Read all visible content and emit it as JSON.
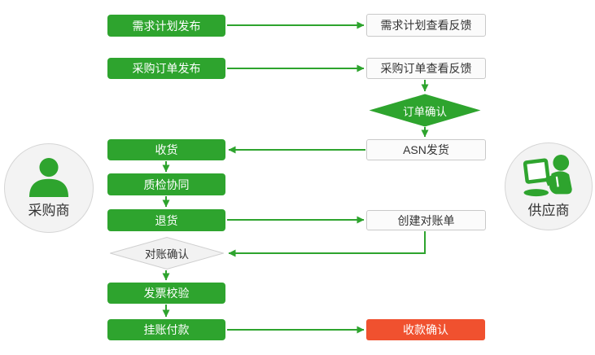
{
  "colors": {
    "process_green": "#2ea42e",
    "confirm_red": "#f0512f",
    "feedback_fill": "#fbfbfb",
    "feedback_border": "#c9c9c9",
    "diamond_gray_fill": "#f2f2f2",
    "diamond_gray_border": "#cfcfcf",
    "actor_circle_fill": "#f3f3f3",
    "text_dark": "#333333",
    "text_light": "#ffffff"
  },
  "actors": {
    "buyer": {
      "label": "采购商"
    },
    "supplier": {
      "label": "供应商"
    }
  },
  "nodes": {
    "demand_publish": {
      "label": "需求计划发布"
    },
    "demand_feedback": {
      "label": "需求计划查看反馈"
    },
    "po_publish": {
      "label": "采购订单发布"
    },
    "po_feedback": {
      "label": "采购订单查看反馈"
    },
    "order_confirm": {
      "label": "订单确认"
    },
    "asn_ship": {
      "label": "ASN发货"
    },
    "receive": {
      "label": "收货"
    },
    "quality_collab": {
      "label": "质检协同"
    },
    "return_goods": {
      "label": "退货"
    },
    "create_statement": {
      "label": "创建对账单"
    },
    "recon_confirm": {
      "label": "对账确认"
    },
    "invoice_check": {
      "label": "发票校验"
    },
    "book_payment": {
      "label": "挂账付款"
    },
    "receipt_confirm": {
      "label": "收款确认"
    }
  }
}
